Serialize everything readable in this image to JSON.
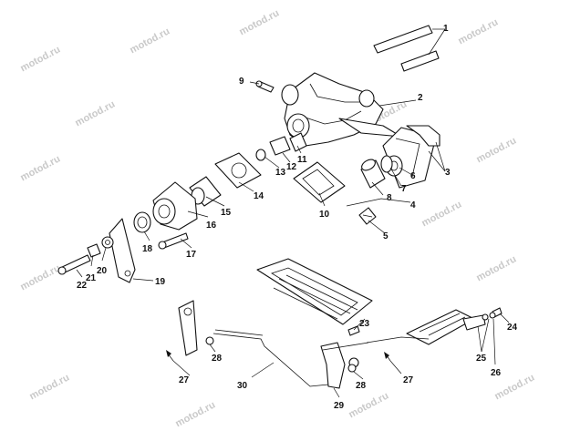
{
  "watermark": "motod.ru",
  "callouts": {
    "c1": "1",
    "c2": "2",
    "c3": "3",
    "c4": "4",
    "c5": "5",
    "c6": "6",
    "c7": "7",
    "c8": "8",
    "c9": "9",
    "c10": "10",
    "c11": "11",
    "c12": "12",
    "c13": "13",
    "c14": "14",
    "c15": "15",
    "c16": "16",
    "c17": "17",
    "c18": "18",
    "c19": "19",
    "c20": "20",
    "c21": "21",
    "c22": "22",
    "c23": "23",
    "c24": "24",
    "c25": "25",
    "c26": "26",
    "c27a": "27",
    "c27b": "27",
    "c28a": "28",
    "c28b": "28",
    "c29": "29",
    "c30": "30"
  }
}
